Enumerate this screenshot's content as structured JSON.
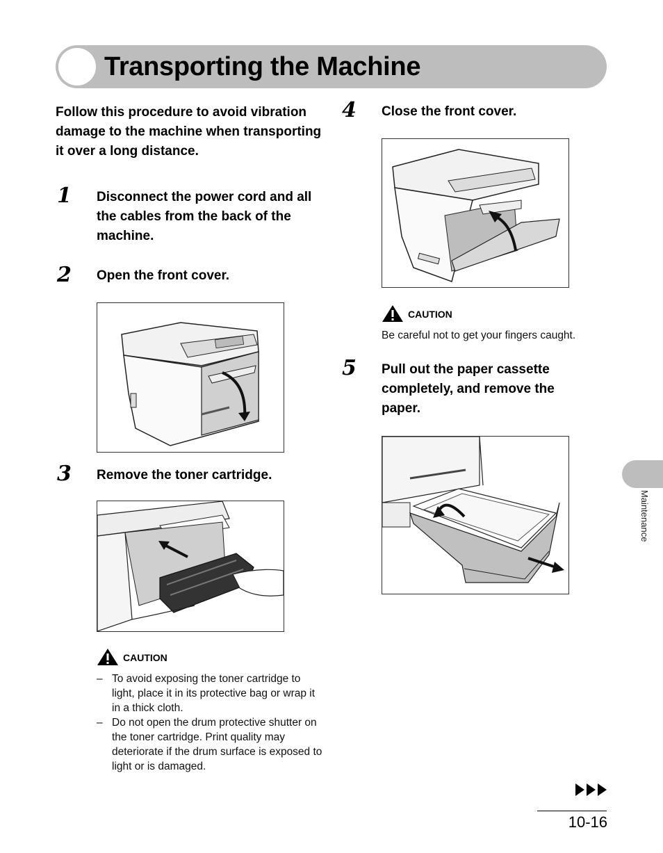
{
  "title": "Transporting the Machine",
  "intro": "Follow this procedure to avoid vibration damage to the machine when transporting it over a long distance.",
  "steps": [
    {
      "number": "1",
      "text": "Disconnect the power cord and all the cables from the back of the machine."
    },
    {
      "number": "2",
      "text": "Open the front cover."
    },
    {
      "number": "3",
      "text": "Remove the toner cartridge."
    },
    {
      "number": "4",
      "text": "Close the front cover."
    },
    {
      "number": "5",
      "text": "Pull out the paper cassette completely, and remove the paper."
    }
  ],
  "caution_step3": {
    "heading": "CAUTION",
    "items": [
      "To avoid exposing the toner cartridge to light, place it in its protective bag or wrap it in a thick cloth.",
      "Do not open the drum protective shutter on the toner cartridge. Print quality may deteriorate if the drum surface is exposed to light or is damaged."
    ],
    "bullet": "–"
  },
  "caution_step4": {
    "heading": "CAUTION",
    "text": "Be careful not to get your fingers caught."
  },
  "side_tab": "Maintenance",
  "page_number": "10-16",
  "icons": {
    "warning": "warning-triangle-icon",
    "continue": "triple-arrow-continue-icon"
  },
  "colors": {
    "banner": "#bdbdbd",
    "text": "#111111"
  }
}
